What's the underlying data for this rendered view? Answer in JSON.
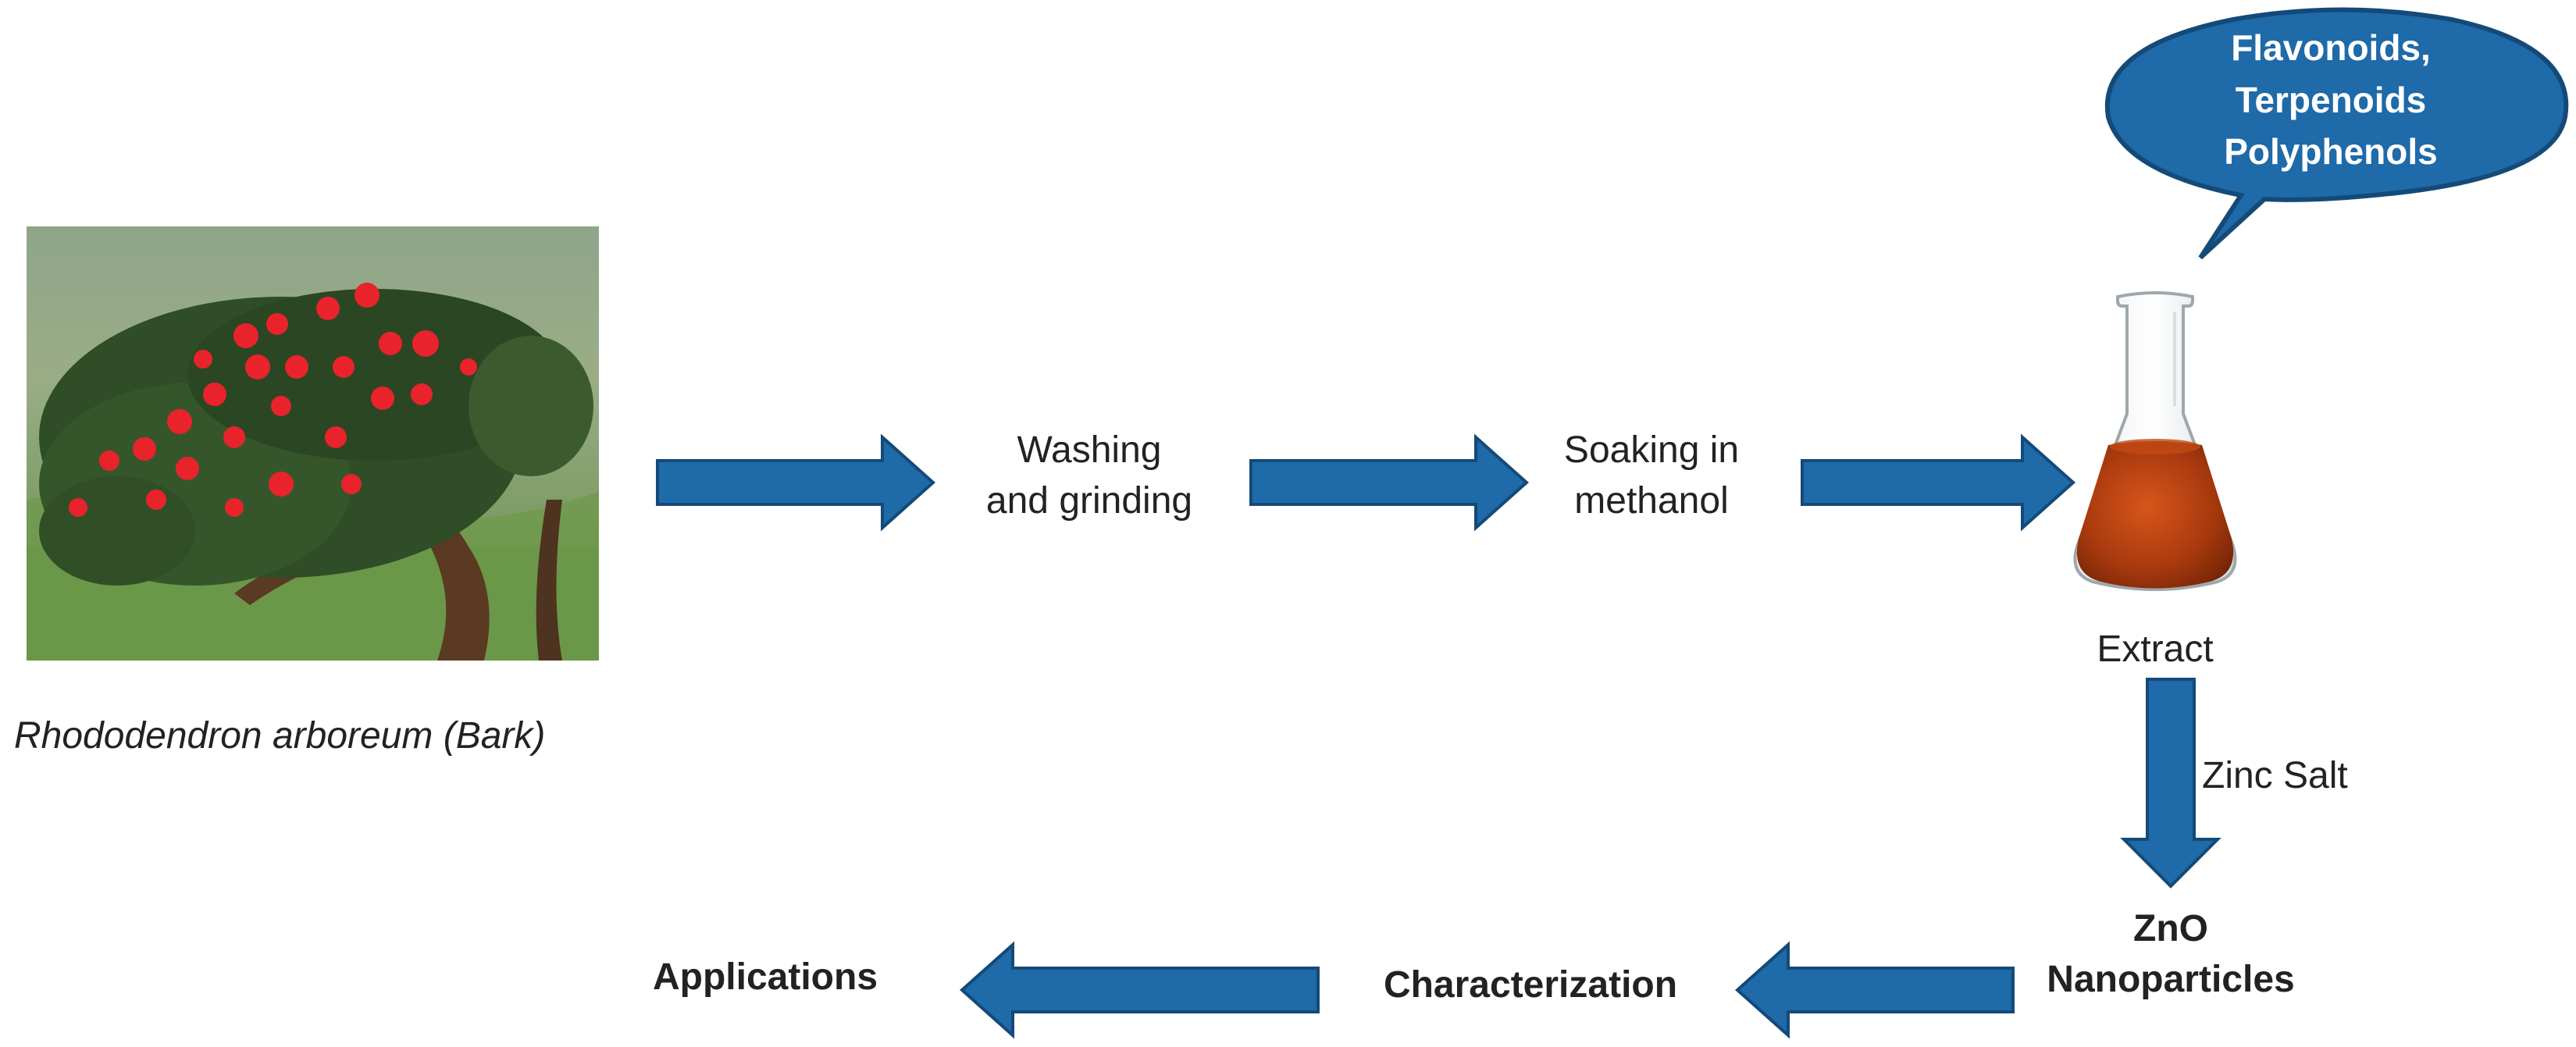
{
  "plant": {
    "caption": "Rhododendron arboreum  (Bark)"
  },
  "steps": {
    "washing": [
      "Washing",
      "and grinding"
    ],
    "soaking": [
      "Soaking in",
      "methanol"
    ],
    "extract": "Extract",
    "zinc_salt": "Zinc Salt",
    "zno": [
      "ZnO",
      "Nanoparticles"
    ],
    "characterization": "Characterization",
    "applications": "Applications"
  },
  "bubble": {
    "lines": [
      "Flavonoids,",
      "Terpenoids",
      "Polyphenols"
    ]
  },
  "colors": {
    "arrow_fill": "#1f6aa8",
    "arrow_stroke": "#144a78",
    "bubble_fill": "#1f6aa8",
    "extract_liquid": "#a8390e"
  }
}
